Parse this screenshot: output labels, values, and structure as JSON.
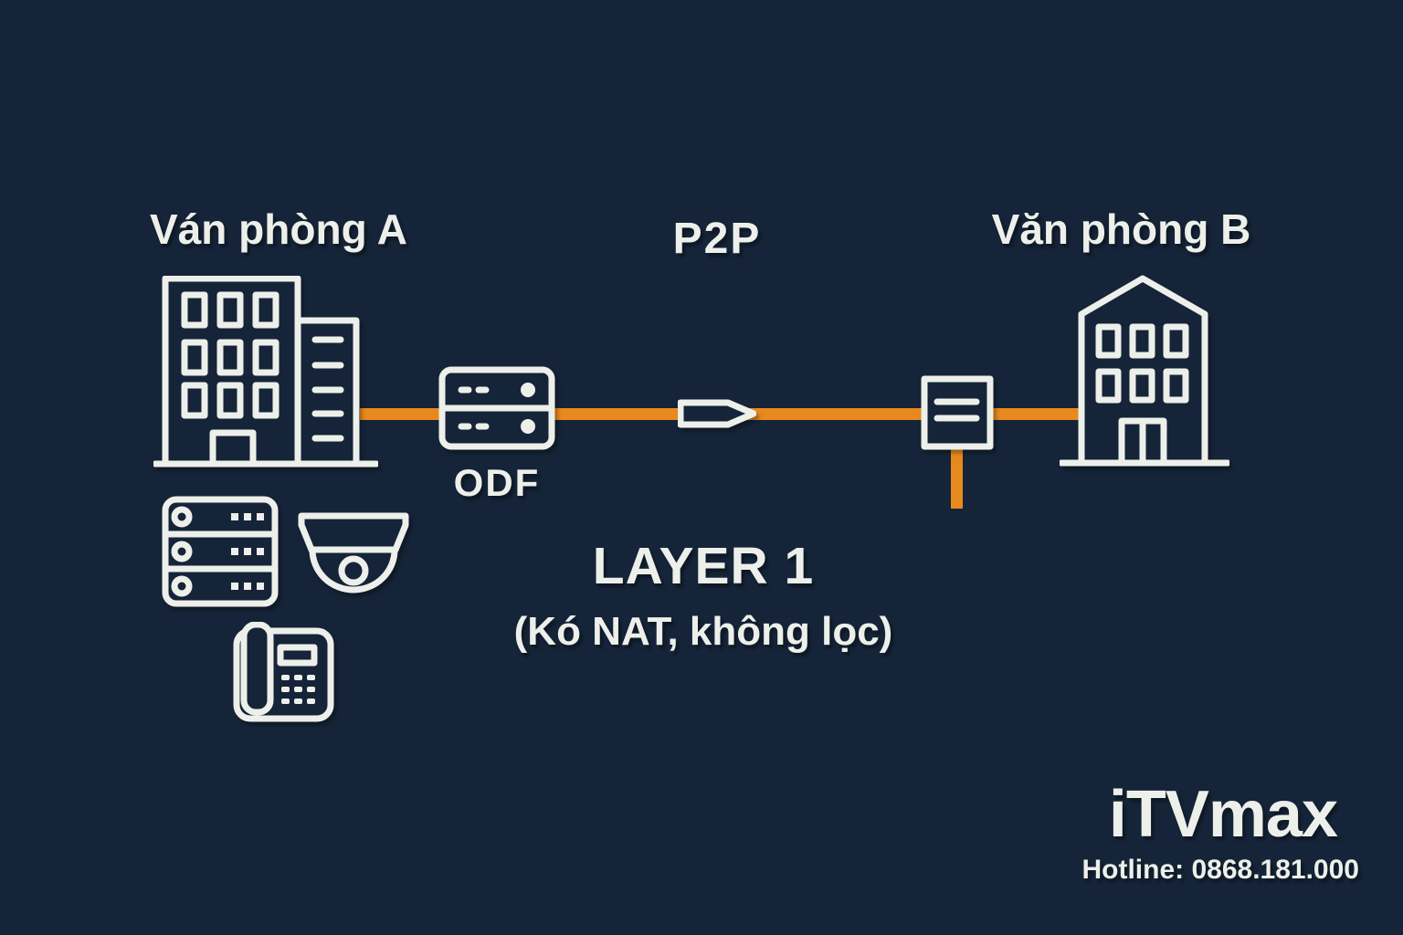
{
  "meta": {
    "title": "P2P Layer 1 fiber link diagram"
  },
  "colors": {
    "background": "#152438",
    "icon-white": "#EDEFEA",
    "accent-orange": "#E8891D"
  },
  "labels": {
    "office_a": "Ván phòng A",
    "p2p": "P2P",
    "office_b": "Văn phòng B",
    "odf": "ODF",
    "layer_title": "LAYER 1",
    "layer_subtitle": "(Kó NAT, không lọc)"
  },
  "branding": {
    "logo": "iTVmax",
    "hotline": "Hotline: 0868.181.000"
  },
  "icons": {
    "office_building_a": "office-building-icon",
    "odf_patch_panel": "odf-patch-panel-icon",
    "fiber_arrow": "fiber-arrow-icon",
    "junction_box": "junction-box-icon",
    "house_building_b": "house-building-icon",
    "server_rack": "server-rack-icon",
    "dome_camera": "dome-camera-icon",
    "desk_phone": "desk-phone-icon"
  }
}
